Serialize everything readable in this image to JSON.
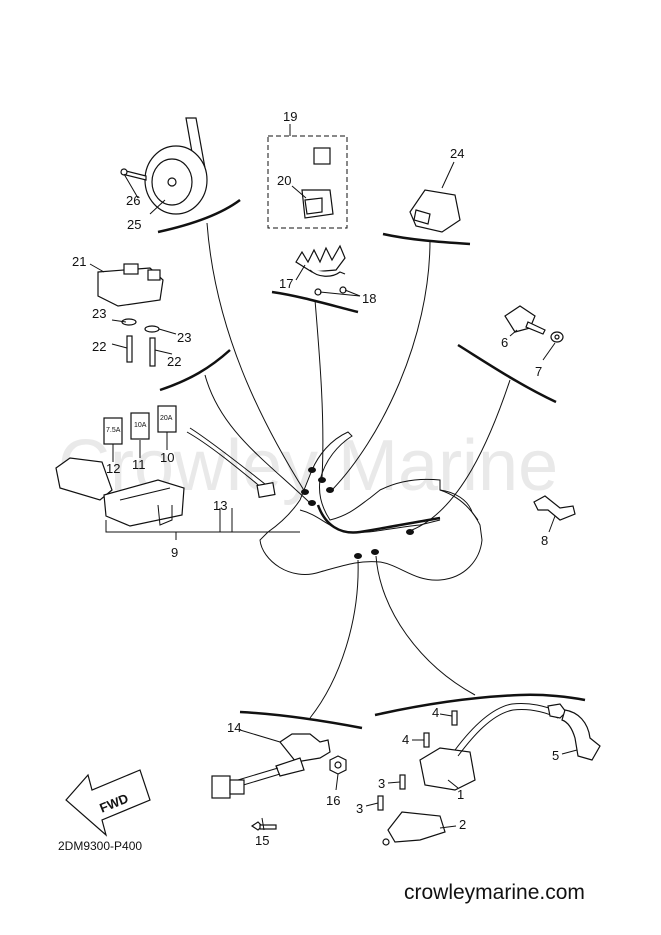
{
  "watermark": "Crowley Marine",
  "diagram_code": "2DM9300-P400",
  "site_url": "crowleymarine.com",
  "direction_label": "FWD",
  "callouts": {
    "c1": "1",
    "c2": "2",
    "c3a": "3",
    "c3b": "3",
    "c4a": "4",
    "c4b": "4",
    "c5": "5",
    "c6": "6",
    "c7": "7",
    "c8": "8",
    "c9": "9",
    "c10": "10",
    "c11": "11",
    "c12": "12",
    "c13": "13",
    "c14": "14",
    "c15": "15",
    "c16": "16",
    "c17": "17",
    "c18": "18",
    "c19": "19",
    "c20": "20",
    "c21": "21",
    "c22a": "22",
    "c22b": "22",
    "c23a": "23",
    "c23b": "23",
    "c24": "24",
    "c25": "25",
    "c26": "26"
  },
  "fuses": {
    "f12": "7.5A",
    "f11": "10A",
    "f10": "20A"
  }
}
